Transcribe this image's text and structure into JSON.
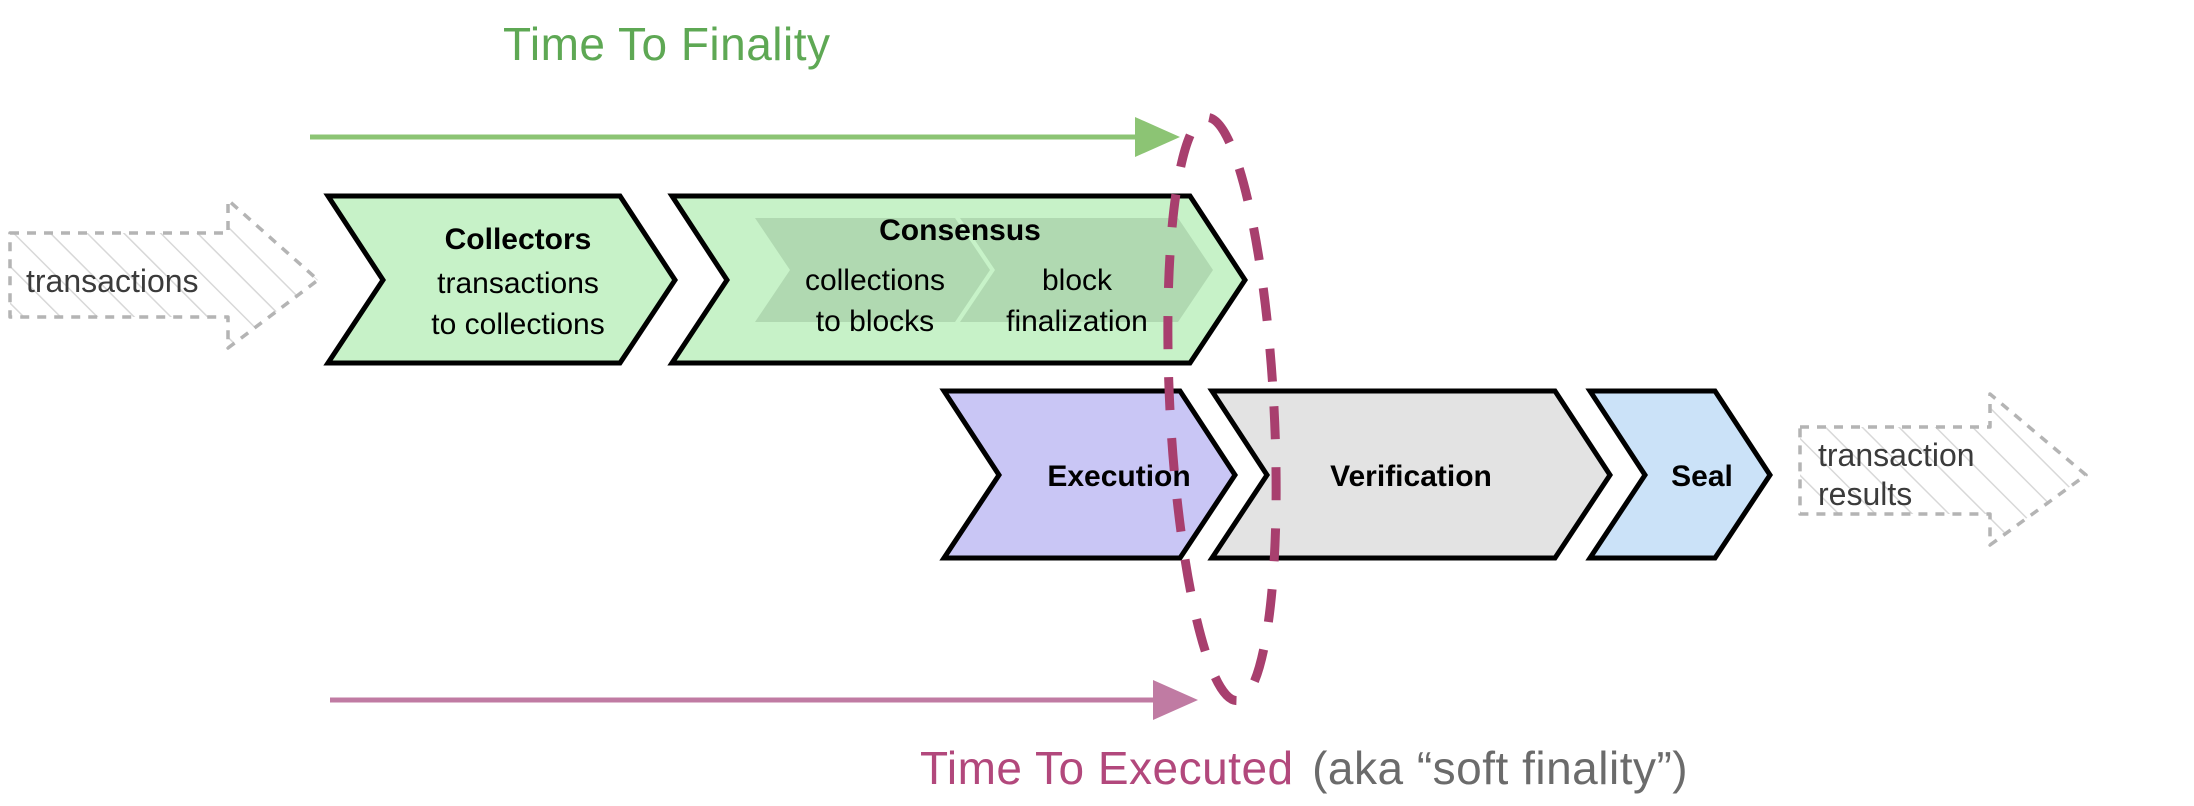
{
  "diagram": {
    "title_top": "Time To Finality",
    "bottom_label_primary": "Time To Executed",
    "bottom_label_secondary": "(aka “soft finality”)",
    "colors": {
      "finality_text": "#5ea854",
      "finality_arrow": "#8cc474",
      "executed_text": "#b2487c",
      "executed_arrow": "#c07ba3",
      "executed_secondary_text": "#6b6b6b",
      "ellipse_stroke": "#a83f6e",
      "collectors_fill": "#c7f2c8",
      "consensus_fill": "#c7f2c8",
      "consensus_sub_fill": "#b0d9b1",
      "execution_fill": "#c9c6f5",
      "verification_fill": "#e3e3e3",
      "seal_fill": "#cbe2f8",
      "ghost_stroke": "#b4b4b4",
      "chevron_stroke": "#000000"
    },
    "inputs": [
      {
        "id": "transactions-in",
        "label": "transactions"
      }
    ],
    "outputs": [
      {
        "id": "transaction-results-out",
        "label_line1": "transaction",
        "label_line2": "results"
      }
    ],
    "stages_row1": [
      {
        "id": "collectors",
        "title": "Collectors",
        "sub_line1": "transactions",
        "sub_line2": "to collections"
      },
      {
        "id": "consensus",
        "title": "Consensus",
        "substages": [
          {
            "id": "collections-to-blocks",
            "line1": "collections",
            "line2": "to blocks"
          },
          {
            "id": "block-finalization",
            "line1": "block",
            "line2": "finalization"
          }
        ]
      }
    ],
    "stages_row2": [
      {
        "id": "execution",
        "title": "Execution"
      },
      {
        "id": "verification",
        "title": "Verification"
      },
      {
        "id": "seal",
        "title": "Seal"
      }
    ],
    "annotations": [
      {
        "id": "finality-marker-ellipse",
        "kind": "dashed-ellipse"
      }
    ]
  }
}
